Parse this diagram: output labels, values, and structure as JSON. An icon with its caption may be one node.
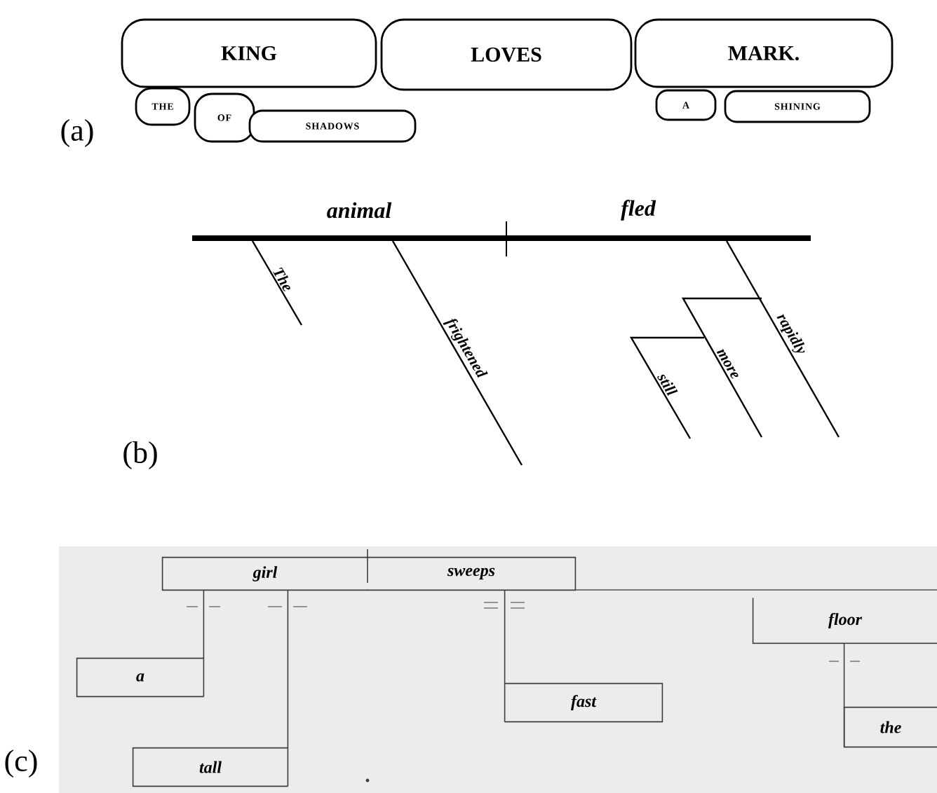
{
  "diagram": {
    "nodes": [
      {
        "text": [
          "KING"
        ]
      },
      {
        "text": [
          "LOVES"
        ]
      },
      {
        "text": [
          "MARK."
        ]
      },
      {
        "text": [
          "THE"
        ]
      },
      {
        "text": [
          "OF"
        ]
      },
      {
        "text": [
          "SHADOWS"
        ]
      },
      {
        "text": [
          "A"
        ]
      },
      {
        "text": [
          "SHINING"
        ]
      },
      {
        "text": [
          "girl"
        ]
      },
      {
        "text": [
          "sweeps"
        ]
      },
      {
        "text": [
          "floor"
        ]
      },
      {
        "text": [
          "a"
        ]
      },
      {
        "text": [
          "fast"
        ]
      },
      {
        "text": [
          "the"
        ]
      },
      {
        "text": [
          "tall"
        ]
      }
    ],
    "edges": [
      {
        "from": 8,
        "to": 11,
        "arrow": "none"
      },
      {
        "from": 8,
        "to": 14,
        "arrow": "none"
      },
      {
        "from": 9,
        "to": 12,
        "arrow": "none"
      },
      {
        "from": 10,
        "to": 13,
        "arrow": "none"
      }
    ],
    "labels": [
      "(a)",
      "animal",
      "fled",
      "The",
      "frightened",
      "rapidly",
      "more",
      "still",
      "(b)",
      "(c)"
    ]
  }
}
